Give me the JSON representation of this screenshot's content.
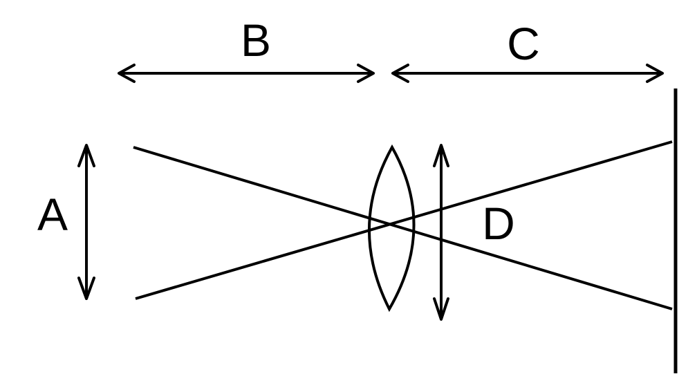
{
  "labels": {
    "a": "A",
    "b": "B",
    "c": "C",
    "d": "D"
  },
  "colors": {
    "ink": "#000000",
    "background": "#ffffff"
  }
}
